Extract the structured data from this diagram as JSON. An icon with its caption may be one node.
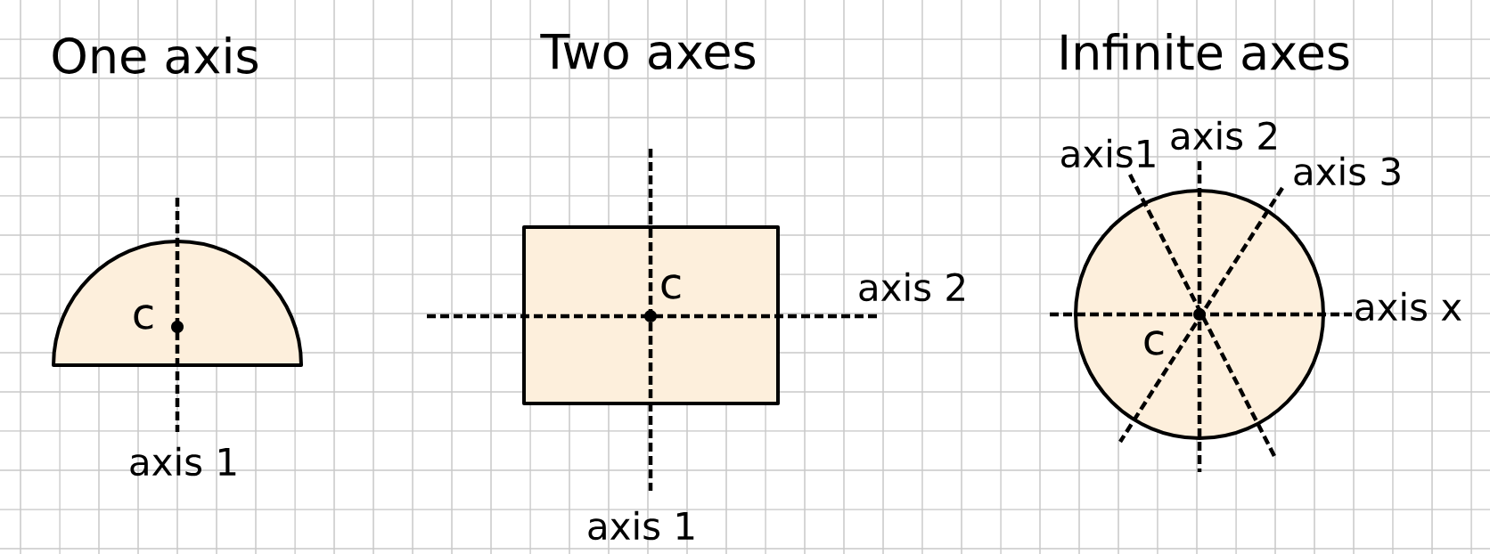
{
  "diagram": {
    "nodes": [
      {
        "text": [
          "c"
        ]
      },
      {
        "text": [
          "c"
        ]
      },
      {
        "text": [
          "c"
        ]
      }
    ],
    "labels": [
      "One axis",
      "axis 1",
      "Two axes",
      "axis 2",
      "axis 1",
      "Infinite axes",
      "axis1",
      "axis 2",
      "axis 3",
      "axis x"
    ]
  }
}
